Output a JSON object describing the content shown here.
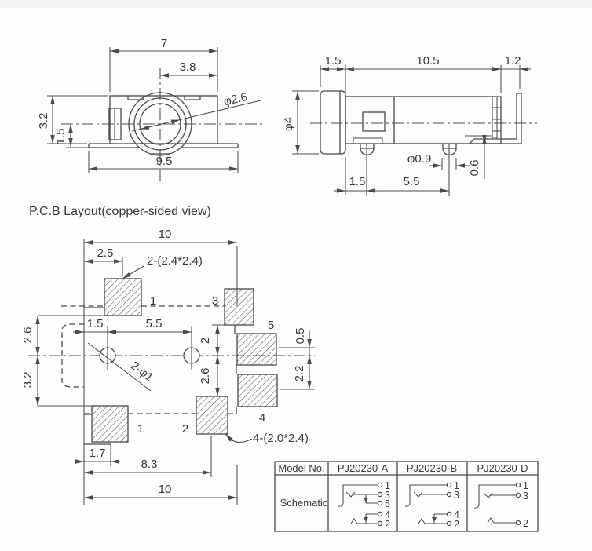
{
  "front_view": {
    "dims": {
      "top_width": "7",
      "barrel_offset": "3.8",
      "jack_dia": "φ2.6",
      "height": "3.2",
      "center_height": "1.5",
      "flange_width": "9.5"
    }
  },
  "side_view": {
    "dims": {
      "front_len": "1.5",
      "body_len": "10.5",
      "bracket": "1.2",
      "barrel_dia": "φ4",
      "pin_dia": "φ0.9",
      "flange_gap": "0.6",
      "pin_offset": "1.5",
      "pin_pitch": "5.5"
    }
  },
  "pcb_layout": {
    "title": "P.C.B Layout(copper-sided view)",
    "dims": {
      "overall_top": "10",
      "pad1_offset": "2.5",
      "hole_offset": "1.5",
      "hole_pitch": "5.5",
      "pad3_gap": "2",
      "pad2_gap": "2.6",
      "upper": "2.6",
      "lower": "3.2",
      "pad5_offset": "0.5",
      "pad45_gap": "2.2",
      "pad1b_offset": "1.7",
      "pad2_offset": "8.3",
      "overall_bottom": "10"
    },
    "notes": {
      "square_pads": "2-(2.4*2.4)",
      "rect_pads": "4-(2.0*2.4)",
      "holes": "2-φ1"
    },
    "pad_labels": {
      "top_left": "1",
      "top_right": "3",
      "right_upper": "5",
      "right_lower": "4",
      "bottom_mid": "2",
      "bottom_left": "1"
    }
  },
  "table": {
    "headers": [
      "Model No.",
      "PJ20230-A",
      "PJ20230-B",
      "PJ20230-D"
    ],
    "row_label": "Schematic",
    "schematics": [
      {
        "model": "PJ20230-A",
        "pins": [
          "1",
          "3",
          "5",
          "4",
          "2"
        ]
      },
      {
        "model": "PJ20230-B",
        "pins": [
          "1",
          "3",
          "4",
          "2"
        ]
      },
      {
        "model": "PJ20230-D",
        "pins": [
          "1",
          "3",
          "2"
        ]
      }
    ]
  }
}
